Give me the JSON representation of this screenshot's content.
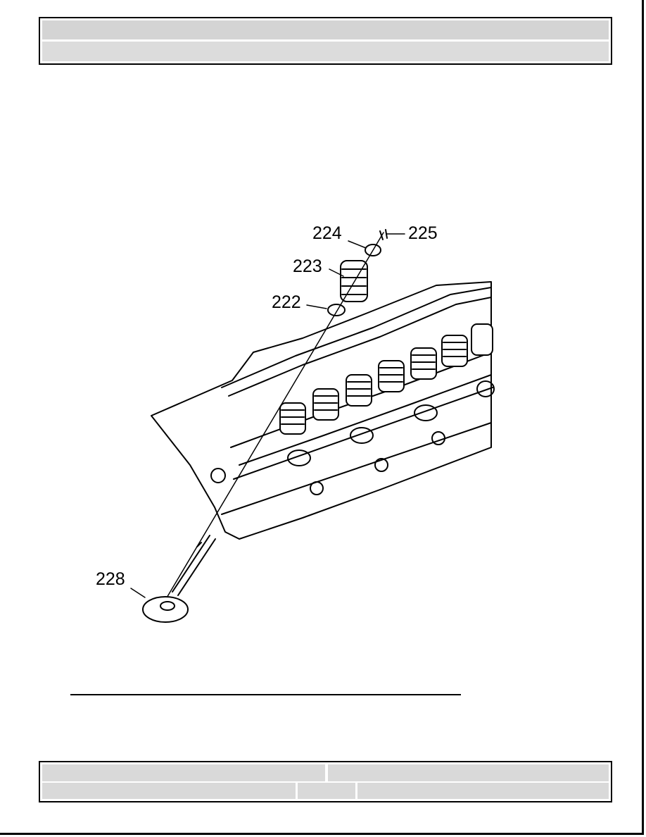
{
  "header": {
    "row1_text": "",
    "row2_text": ""
  },
  "figure": {
    "callouts": {
      "c224": "224",
      "c225": "225",
      "c223": "223",
      "c222": "222",
      "c228": "228"
    }
  },
  "footer": {
    "left_top": "",
    "right_top": "",
    "left_bottom": "",
    "middle_bottom": "",
    "right_bottom": ""
  }
}
